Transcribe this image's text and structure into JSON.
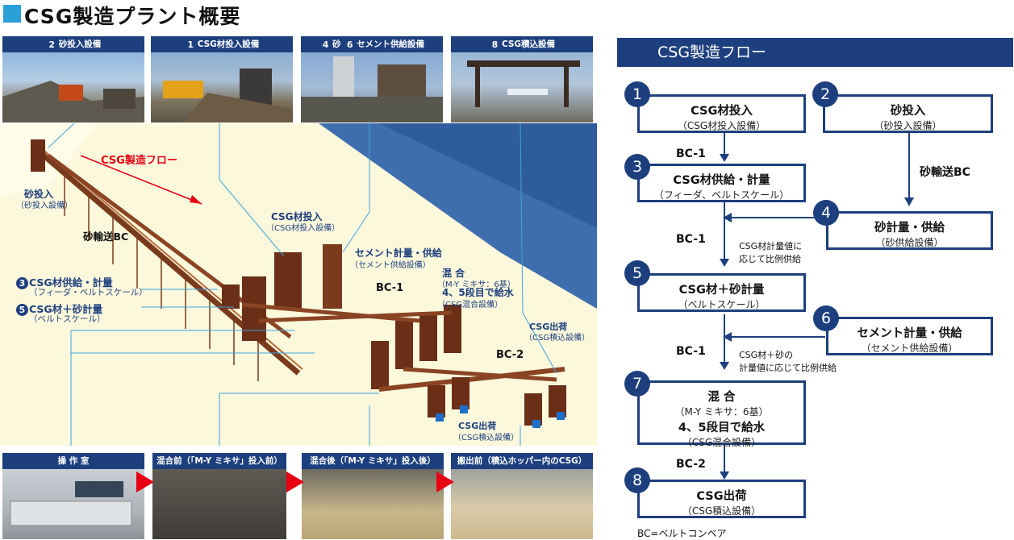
{
  "title": "CSG製造プラント概要",
  "top_photos": [
    {
      "num": "2",
      "label": "砂投入設備"
    },
    {
      "num": "1",
      "label": "CSG材投入設備"
    },
    {
      "num": "4",
      "label": "砂",
      "num2": "6",
      "label2": "セメント供給設備"
    },
    {
      "num": "8",
      "label": "CSG積込設備"
    }
  ],
  "bottom_photos": [
    {
      "label": "操 作 室"
    },
    {
      "label": "混合前（「M-Y ミキサ」投入前）"
    },
    {
      "label": "混合後（「M-Y ミキサ」投入後）"
    },
    {
      "label": "搬出前（積込ホッパー内のCSG）"
    }
  ],
  "diagram_labels": {
    "flow_arrow": "CSG製造フロー",
    "sand_input": "砂投入",
    "sand_input_sub": "（砂投入設備）",
    "sand_bc": "砂輸送BC",
    "csg_input": "CSG材投入",
    "csg_input_sub": "（CSG材投入設備）",
    "cement": "セメント計量・供給",
    "cement_sub": "（セメント供給設備）",
    "mix_title": "混 合",
    "mix_sub1": "（M-Y ミキサ：6基）",
    "mix_sub2": "4、5段目で給水",
    "mix_sub3": "（CSG混合設備）",
    "bc1": "BC-1",
    "bc2": "BC-2",
    "csg_ship": "CSG出荷",
    "csg_ship_sub": "（CSG積込設備）",
    "csg_ship2": "CSG出荷",
    "csg_ship2_sub": "（CSG積込設備）",
    "item3_num": "3",
    "item3": "CSG材供給・計量",
    "item3_sub": "（フィーダ・ベルトスケール）",
    "item5_num": "5",
    "item5": "CSG材＋砂計量",
    "item5_sub": "（ベルトスケール）"
  },
  "flow": {
    "header": "CSG製造フロー",
    "steps": [
      {
        "num": "1",
        "main": "CSG材投入",
        "sub": "（CSG材投入設備）"
      },
      {
        "num": "2",
        "main": "砂投入",
        "sub": "（砂投入設備）"
      },
      {
        "num": "3",
        "main": "CSG材供給・計量",
        "sub": "（フィーダ、ベルトスケール）"
      },
      {
        "num": "4",
        "main": "砂計量・供給",
        "sub": "（砂供給設備）"
      },
      {
        "num": "5",
        "main": "CSG材＋砂計量",
        "sub": "（ベルトスケール）"
      },
      {
        "num": "6",
        "main": "セメント計量・供給",
        "sub": "（セメント供給設備）"
      },
      {
        "num": "7",
        "main": "混 合",
        "sub": "（M-Y ミキサ：6基）",
        "main2": "4、5段目で給水",
        "sub2": "（CSG混合設備）"
      },
      {
        "num": "8",
        "main": "CSG出荷",
        "sub": "（CSG積込設備）"
      }
    ],
    "connectors": {
      "bc1_a": "BC-1",
      "sand_bc": "砂輸送BC",
      "bc1_b": "BC-1",
      "note1_line1": "CSG材計量値に",
      "note1_line2": "応じて比例供給",
      "bc1_c": "BC-1",
      "note2_line1": "CSG材＋砂の",
      "note2_line2": "計量値に応じて比例供給",
      "bc2": "BC-2"
    },
    "footnote": "BC=ベルトコンベア"
  },
  "colors": {
    "navy": "#1d3f7e",
    "accent": "#2a9fd8",
    "red": "#e60012",
    "rust": "#7a3a1c"
  }
}
